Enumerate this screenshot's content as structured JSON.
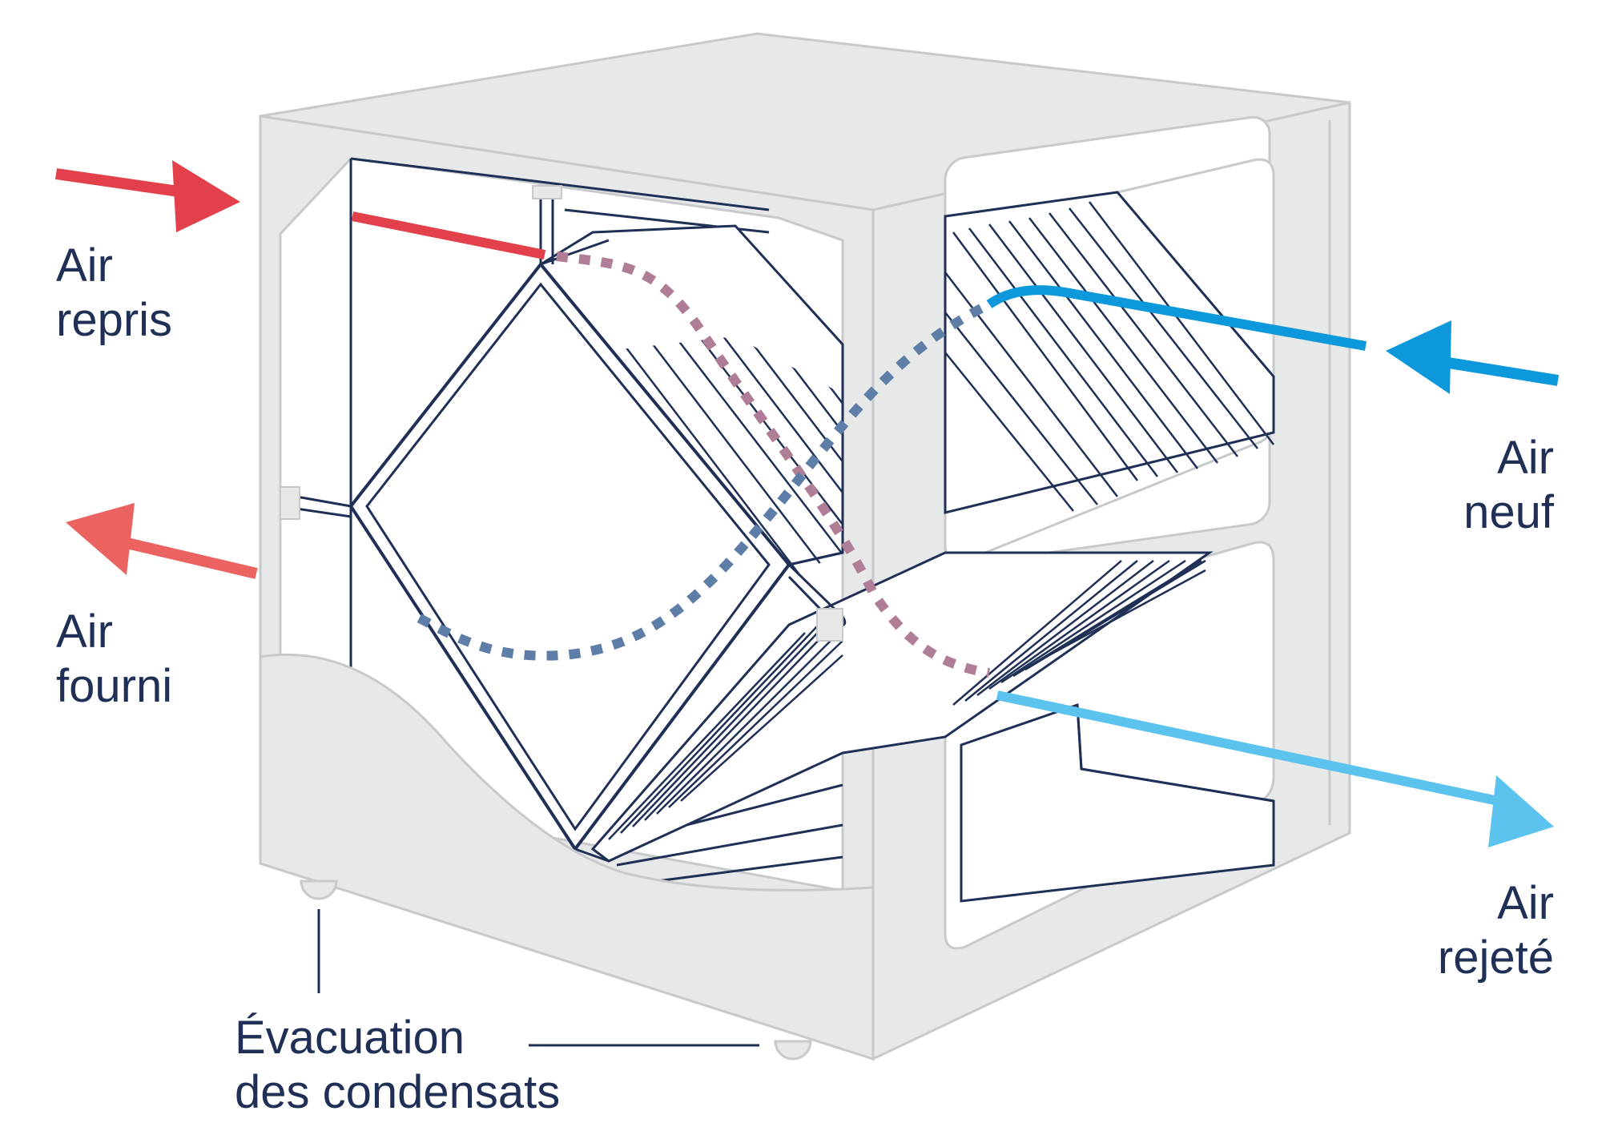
{
  "labels": {
    "air_repris": [
      "Air",
      "repris"
    ],
    "air_fourni": [
      "Air",
      "fourni"
    ],
    "air_neuf": [
      "Air",
      "neuf"
    ],
    "air_rejete": [
      "Air",
      "rejeté"
    ],
    "evacuation": [
      "Évacuation",
      "des condensats"
    ]
  },
  "colors": {
    "outline": "#1f2f55",
    "housing": "#e7e8e8",
    "housing_edge": "#c7c9cb",
    "air_repris": "#e2404a",
    "air_fourni": "#ea6360",
    "air_neuf": "#0e98dc",
    "air_rejete": "#5cc3ee"
  }
}
